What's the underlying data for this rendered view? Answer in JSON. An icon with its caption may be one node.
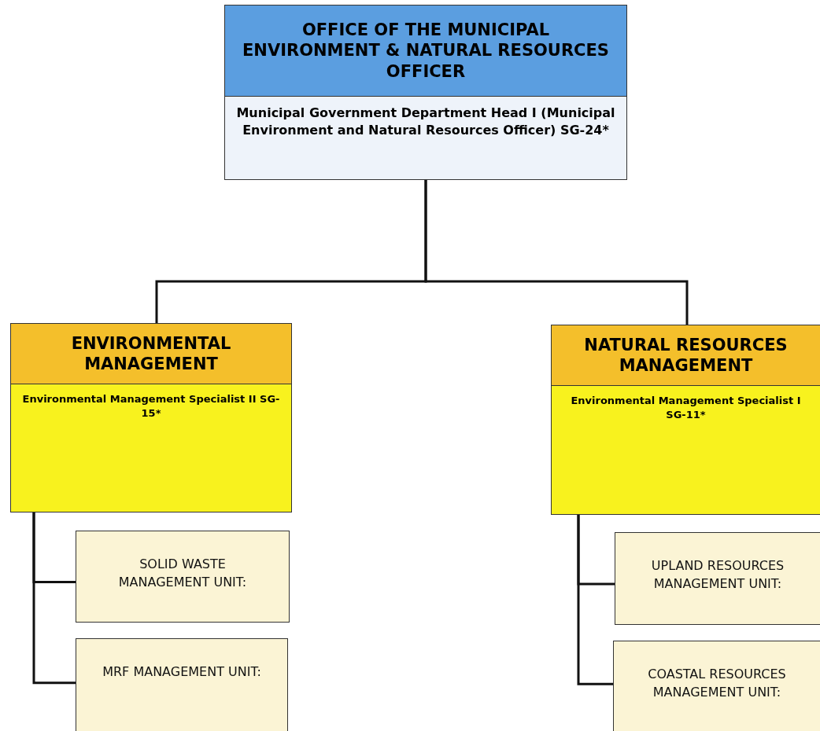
{
  "diagram": {
    "nodes": [
      {
        "text": [
          "OFFICE OF THE MUNICIPAL ENVIRONMENT & NATURAL RESOURCES OFFICER",
          "Municipal Government Department Head I (Municipal Environment and Natural Resources Officer) SG-24*"
        ]
      },
      {
        "text": [
          "ENVIRONMENTAL MANAGEMENT",
          "Environmental Management Specialist II SG-15*"
        ]
      },
      {
        "text": [
          "NATURAL RESOURCES MANAGEMENT",
          "Environmental Management Specialist I SG-11*"
        ]
      },
      {
        "text": [
          "SOLID WASTE MANAGEMENT UNIT:"
        ]
      },
      {
        "text": [
          "MRF MANAGEMENT UNIT:"
        ]
      },
      {
        "text": [
          "UPLAND RESOURCES MANAGEMENT UNIT:"
        ]
      },
      {
        "text": [
          "COASTAL RESOURCES MANAGEMENT UNIT:"
        ]
      }
    ],
    "edges": [
      {
        "from": 0,
        "to": 1,
        "arrow": "none"
      },
      {
        "from": 0,
        "to": 2,
        "arrow": "none"
      },
      {
        "from": 1,
        "to": 3,
        "arrow": "none"
      },
      {
        "from": 1,
        "to": 4,
        "arrow": "none"
      },
      {
        "from": 2,
        "to": 5,
        "arrow": "none"
      },
      {
        "from": 2,
        "to": 6,
        "arrow": "none"
      }
    ]
  }
}
